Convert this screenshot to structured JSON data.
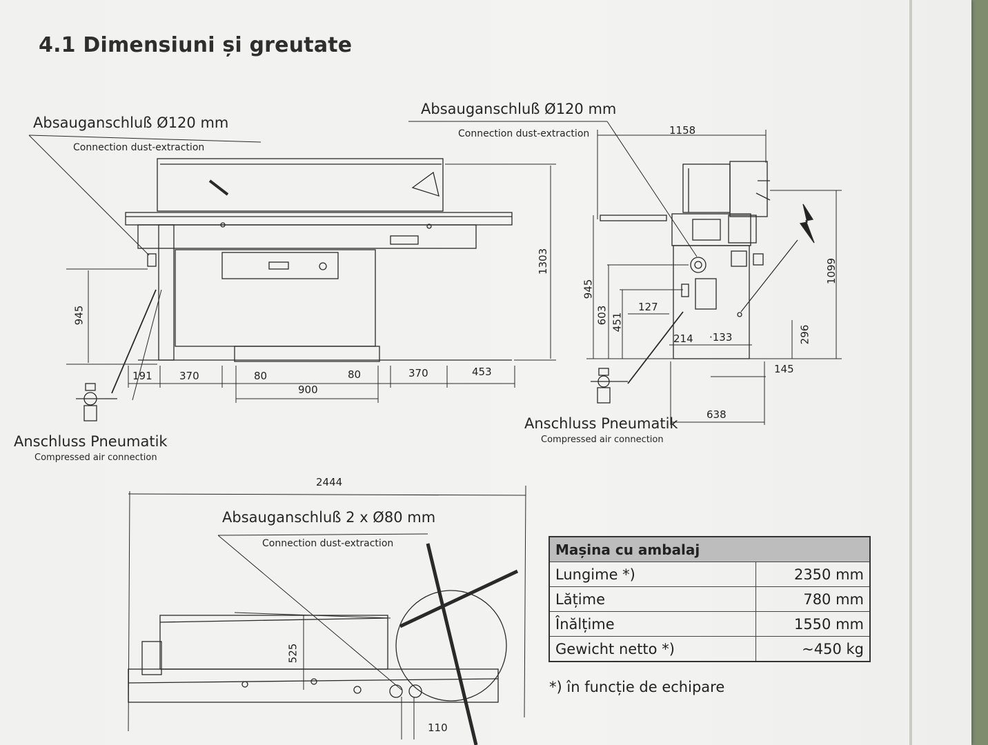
{
  "heading": "4.1 Dimensiuni și greutate",
  "labels": {
    "dust_left_main": "Absauganschluß  Ø120 mm",
    "dust_left_sub": "Connection dust-extraction",
    "dust_right_main": "Absauganschluß  Ø120 mm",
    "dust_right_sub": "Connection dust-extraction",
    "pneu_left_main": "Anschluss Pneumatik",
    "pneu_left_sub": "Compressed air connection",
    "pneu_right_main": "Anschluss Pneumatik",
    "pneu_right_sub": "Compressed air connection",
    "dust_bottom_main": "Absauganschluß 2 x Ø80 mm",
    "dust_bottom_sub": "Connection dust-extraction"
  },
  "dimensions": {
    "front": {
      "h945": "945",
      "h1303": "1303",
      "d191": "191",
      "d370a": "370",
      "d80a": "80",
      "d900": "900",
      "d80b": "80",
      "d370b": "370",
      "d453": "453"
    },
    "side": {
      "w1158": "1158",
      "h945": "945",
      "h603": "603",
      "h451": "451",
      "d127": "127",
      "d214": "214",
      "d133": "·133",
      "h296": "296",
      "h1099": "1099",
      "d145": "145",
      "d638": "638"
    },
    "top": {
      "w2444": "2444",
      "h525": "525",
      "d110": "110"
    }
  },
  "packaging_table": {
    "header": "Mașina cu ambalaj",
    "rows": [
      {
        "label": "Lungime *)",
        "value": "2350 mm"
      },
      {
        "label": "Lățime",
        "value": "780 mm"
      },
      {
        "label": "Înălțime",
        "value": "1550 mm"
      },
      {
        "label": "Gewicht netto *)",
        "value": "~450 kg"
      }
    ]
  },
  "footnote": "*) în funcție de echipare"
}
